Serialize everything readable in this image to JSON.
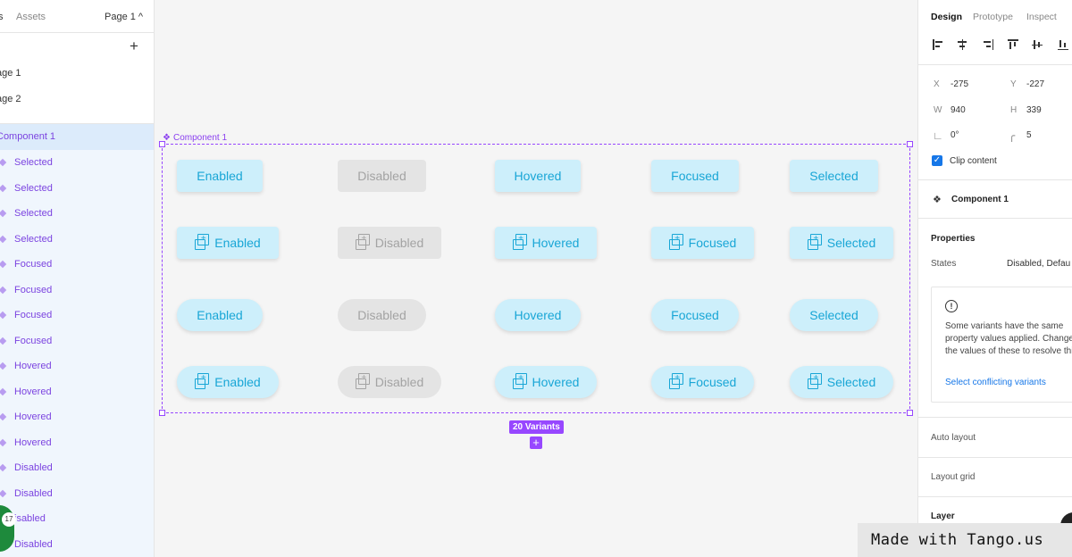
{
  "left": {
    "tabs": {
      "layers": "s",
      "assets": "Assets",
      "page": "Page 1 ^"
    },
    "pages_title": "s",
    "pages": [
      "age 1",
      "age 2"
    ],
    "component": "Component 1",
    "layers": [
      "Selected",
      "Selected",
      "Selected",
      "Selected",
      "Focused",
      "Focused",
      "Focused",
      "Focused",
      "Hovered",
      "Hovered",
      "Hovered",
      "Hovered",
      "Disabled",
      "Disabled",
      "isabled",
      "Disabled"
    ],
    "badge_count": "17"
  },
  "canvas": {
    "component_label": "Component 1",
    "variants_label": "20 Variants",
    "buttons": {
      "enabled": "Enabled",
      "disabled": "Disabled",
      "hovered": "Hovered",
      "focused": "Focused",
      "selected": "Selected"
    }
  },
  "right": {
    "tabs": {
      "design": "Design",
      "prototype": "Prototype",
      "inspect": "Inspect"
    },
    "x_label": "X",
    "x": "-275",
    "y_label": "Y",
    "y": "-227",
    "w_label": "W",
    "w": "940",
    "h_label": "H",
    "h": "339",
    "rotation": "0°",
    "radius": "5",
    "clip_content": "Clip content",
    "component_name": "Component 1",
    "properties_title": "Properties",
    "states_label": "States",
    "states_value": "Disabled, Defau",
    "warning_text": "Some variants have the same property values applied. Change the values of these to resolve this.",
    "warning_link": "Select conflicting variants",
    "auto_layout": "Auto layout",
    "layout_grid": "Layout grid",
    "layer": "Layer"
  },
  "watermark": "Made with Tango.us"
}
